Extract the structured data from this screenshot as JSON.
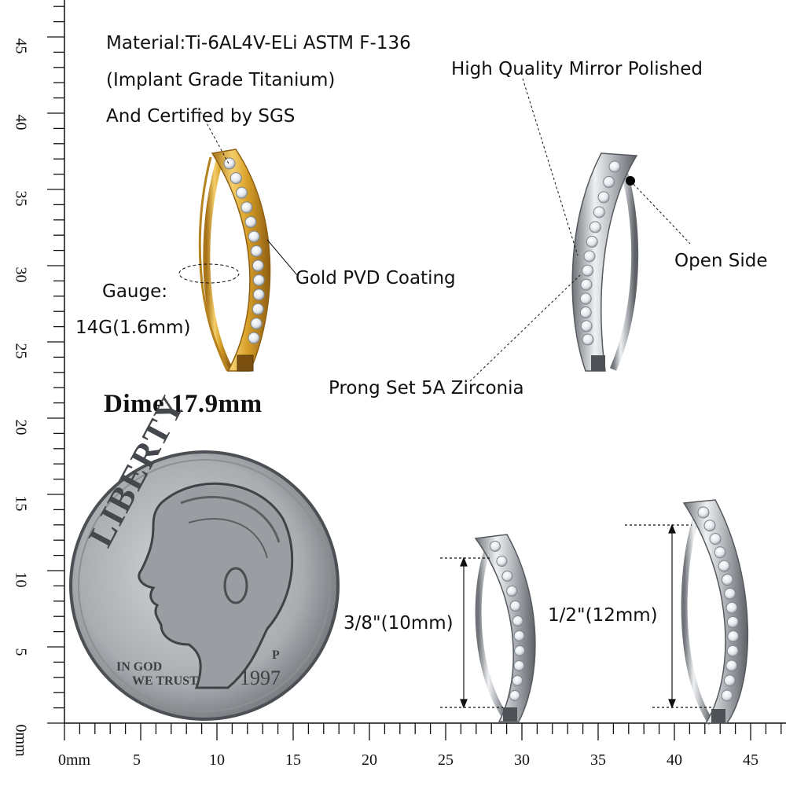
{
  "labels": {
    "material_line1": "Material:Ti-6AL4V-ELi ASTM F-136",
    "material_line2": "(Implant Grade Titanium)",
    "material_line3": "And Certified by SGS",
    "mirror": "High Quality Mirror Polished",
    "gold": "Gold PVD Coating",
    "open_side": "Open Side",
    "gauge_line1": "Gauge:",
    "gauge_line2": "14G(1.6mm)",
    "zirconia": "Prong Set 5A Zirconia",
    "dime": "Dime 17.9mm",
    "size_small": "3/8\"(10mm)",
    "size_large": "1/2\"(12mm)"
  },
  "coin": {
    "word": "LIBERTY",
    "motto1": "IN GOD",
    "motto2": "WE TRUST",
    "year": "1997",
    "mint": "P"
  },
  "ruler_bottom": {
    "ticks": [
      "0mm",
      "5",
      "10",
      "15",
      "20",
      "25",
      "30",
      "35",
      "40",
      "45"
    ]
  },
  "ruler_left": {
    "ticks": [
      "0mm",
      "5",
      "10",
      "15",
      "20",
      "25",
      "30",
      "35",
      "40",
      "45"
    ]
  },
  "colors": {
    "gold": "#d9a12a",
    "silver": "#b9bcc0",
    "coin": "#a9acb0"
  }
}
